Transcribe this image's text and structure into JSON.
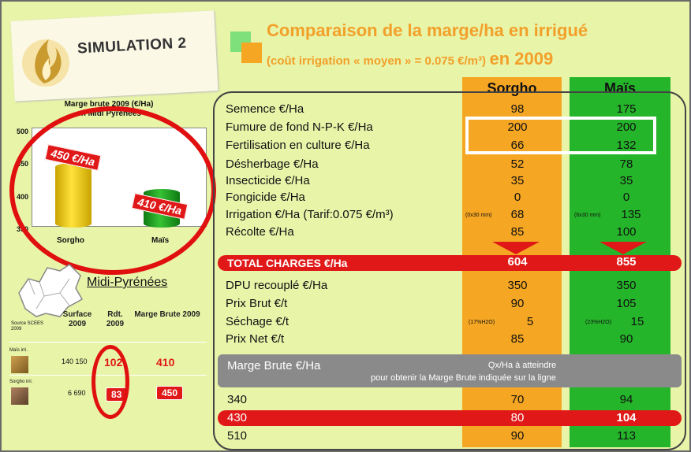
{
  "header": {
    "simulation_label": "SIMULATION 2",
    "title": "Comparaison de la marge/ha en irrigué",
    "subtitle_small": "(coût irrigation « moyen » = 0.075 €/m³)",
    "subtitle_large": "en 2009"
  },
  "chart_data": {
    "type": "bar",
    "title": "Marge brute 2009 (€/Ha)",
    "subtitle": "en Midi Pyrénées",
    "categories": [
      "Sorgho",
      "Maïs"
    ],
    "values": [
      450,
      410
    ],
    "value_labels": [
      "450 €/Ha",
      "410 €/Ha"
    ],
    "y_ticks": [
      "500",
      "450",
      "400",
      "350"
    ],
    "ylim": [
      350,
      500
    ],
    "colors": [
      "#f2c400",
      "#1f9a22"
    ]
  },
  "region": {
    "name": "Midi-Pyrénées",
    "source": "Source SCEES 2009",
    "headers": [
      "Surface 2009",
      "Rdt. 2009",
      "Marge Brute 2009"
    ],
    "rows": [
      {
        "label": "Maïs irri.",
        "surface": "140 150",
        "rdt": "102",
        "marge": "410"
      },
      {
        "label": "Sorgho irri.",
        "surface": "6 690",
        "rdt": "83",
        "marge": "450"
      }
    ]
  },
  "table": {
    "columns": [
      "Sorgho",
      "Maïs"
    ],
    "charges": [
      {
        "label": "Semence €/Ha",
        "sorgho": "98",
        "mais": "175"
      },
      {
        "label": "Fumure de fond N-P-K €/Ha",
        "sorgho": "200",
        "mais": "200"
      },
      {
        "label": "Fertilisation en culture €/Ha",
        "sorgho": "66",
        "mais": "132"
      },
      {
        "label": "Désherbage €/Ha",
        "sorgho": "52",
        "mais": "78"
      },
      {
        "label": "Insecticide €/Ha",
        "sorgho": "35",
        "mais": "35"
      },
      {
        "label": "Fongicide €/Ha",
        "sorgho": "0",
        "mais": "0"
      },
      {
        "label": "Irrigation €/Ha (Tarif:0.075 €/m³)",
        "sorgho": "68",
        "mais": "135",
        "sorgho_note": "(0x30 mm)",
        "mais_note": "(6x30 mm)"
      },
      {
        "label": "Récolte €/Ha",
        "sorgho": "85",
        "mais": "100"
      }
    ],
    "total": {
      "label": "TOTAL CHARGES €/Ha",
      "sorgho": "604",
      "mais": "855"
    },
    "produits": [
      {
        "label": "DPU recouplé €/Ha",
        "sorgho": "350",
        "mais": "350"
      },
      {
        "label": "Prix Brut €/t",
        "sorgho": "90",
        "mais": "105"
      },
      {
        "label": "Séchage €/t",
        "sorgho": "5",
        "mais": "15",
        "sorgho_note": "(17%H2O)",
        "mais_note": "(23%H2O)"
      },
      {
        "label": "Prix Net €/t",
        "sorgho": "85",
        "mais": "90"
      }
    ],
    "marge_header": "Marge Brute €/Ha",
    "marge_note_1": "Qx/Ha à atteindre",
    "marge_note_2": "pour obtenir la Marge Brute indiquée sur la ligne",
    "marge_rows": [
      {
        "label": "340",
        "sorgho": "70",
        "mais": "94"
      },
      {
        "label": "430",
        "sorgho": "80",
        "mais": "104"
      },
      {
        "label": "510",
        "sorgho": "90",
        "mais": "113"
      }
    ]
  }
}
